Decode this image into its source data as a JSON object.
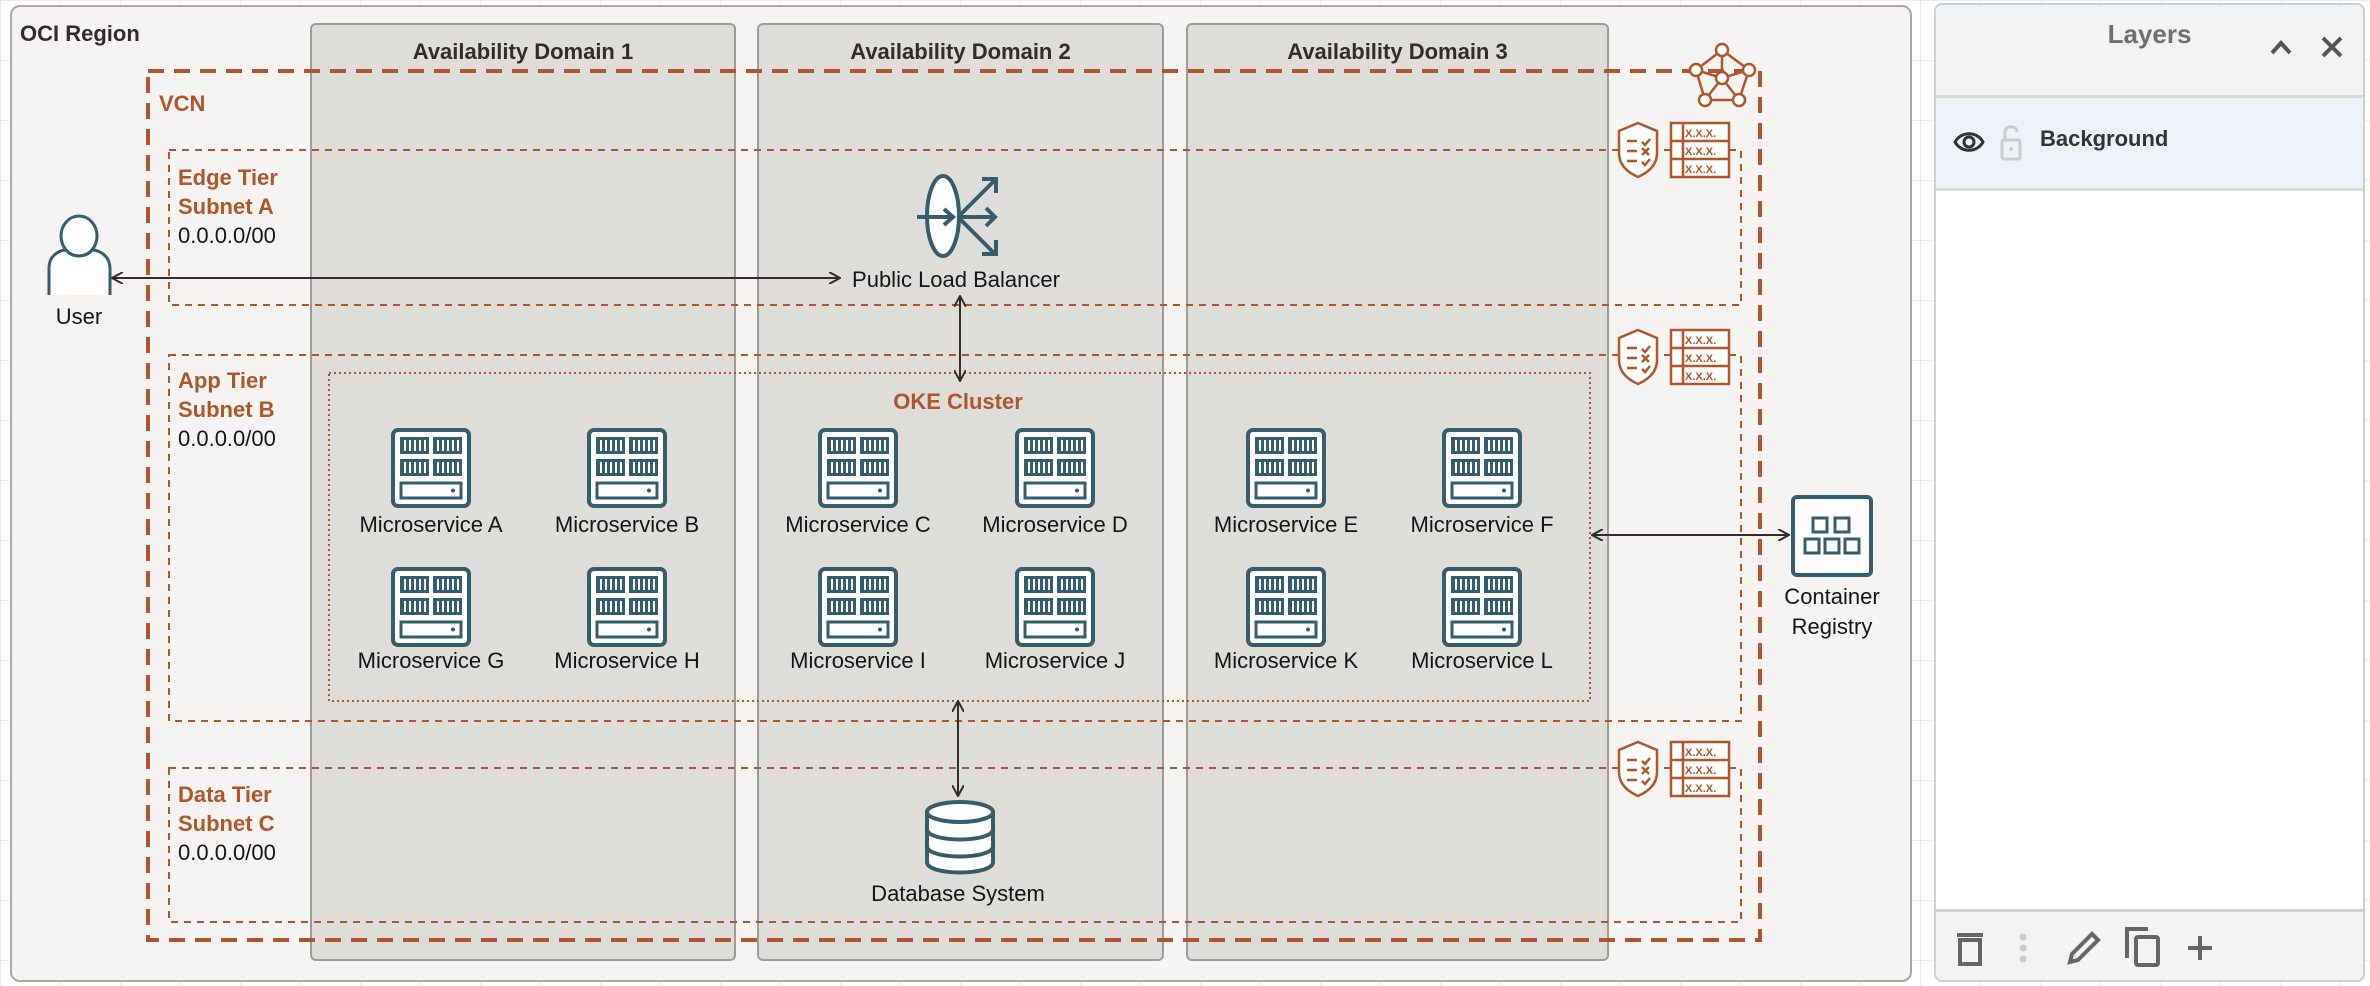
{
  "diagram": {
    "region_label": "OCI Region",
    "availability_domains": [
      "Availability Domain 1",
      "Availability Domain 2",
      "Availability Domain 3"
    ],
    "vcn_label": "VCN",
    "subnets": [
      {
        "line1": "Edge Tier",
        "line2": "Subnet A",
        "cidr": "0.0.0.0/00"
      },
      {
        "line1": "App Tier",
        "line2": "Subnet B",
        "cidr": "0.0.0.0/00"
      },
      {
        "line1": "Data Tier",
        "line2": "Subnet C",
        "cidr": "0.0.0.0/00"
      }
    ],
    "user_label": "User",
    "load_balancer_label": "Public Load Balancer",
    "cluster_label": "OKE Cluster",
    "microservices": [
      "Microservice A",
      "Microservice B",
      "Microservice C",
      "Microservice D",
      "Microservice E",
      "Microservice F",
      "Microservice G",
      "Microservice H",
      "Microservice I",
      "Microservice J",
      "Microservice K",
      "Microservice L"
    ],
    "database_label": "Database System",
    "registry_line1": "Container",
    "registry_line2": "Registry",
    "route_table_text": "X.X.X.",
    "colors": {
      "accent": "#ae562c",
      "icon": "#355d6b",
      "region_fill": "#f5f4f2",
      "ad_fill": "#dfddd9"
    }
  },
  "layers_panel": {
    "title": "Layers",
    "layers": [
      {
        "name": "Background",
        "visible": true,
        "locked": false
      }
    ],
    "icons": [
      "collapse-icon",
      "close-icon",
      "eye-icon",
      "lock-icon",
      "trash-icon",
      "more-icon",
      "pencil-icon",
      "duplicate-icon",
      "plus-icon"
    ]
  }
}
